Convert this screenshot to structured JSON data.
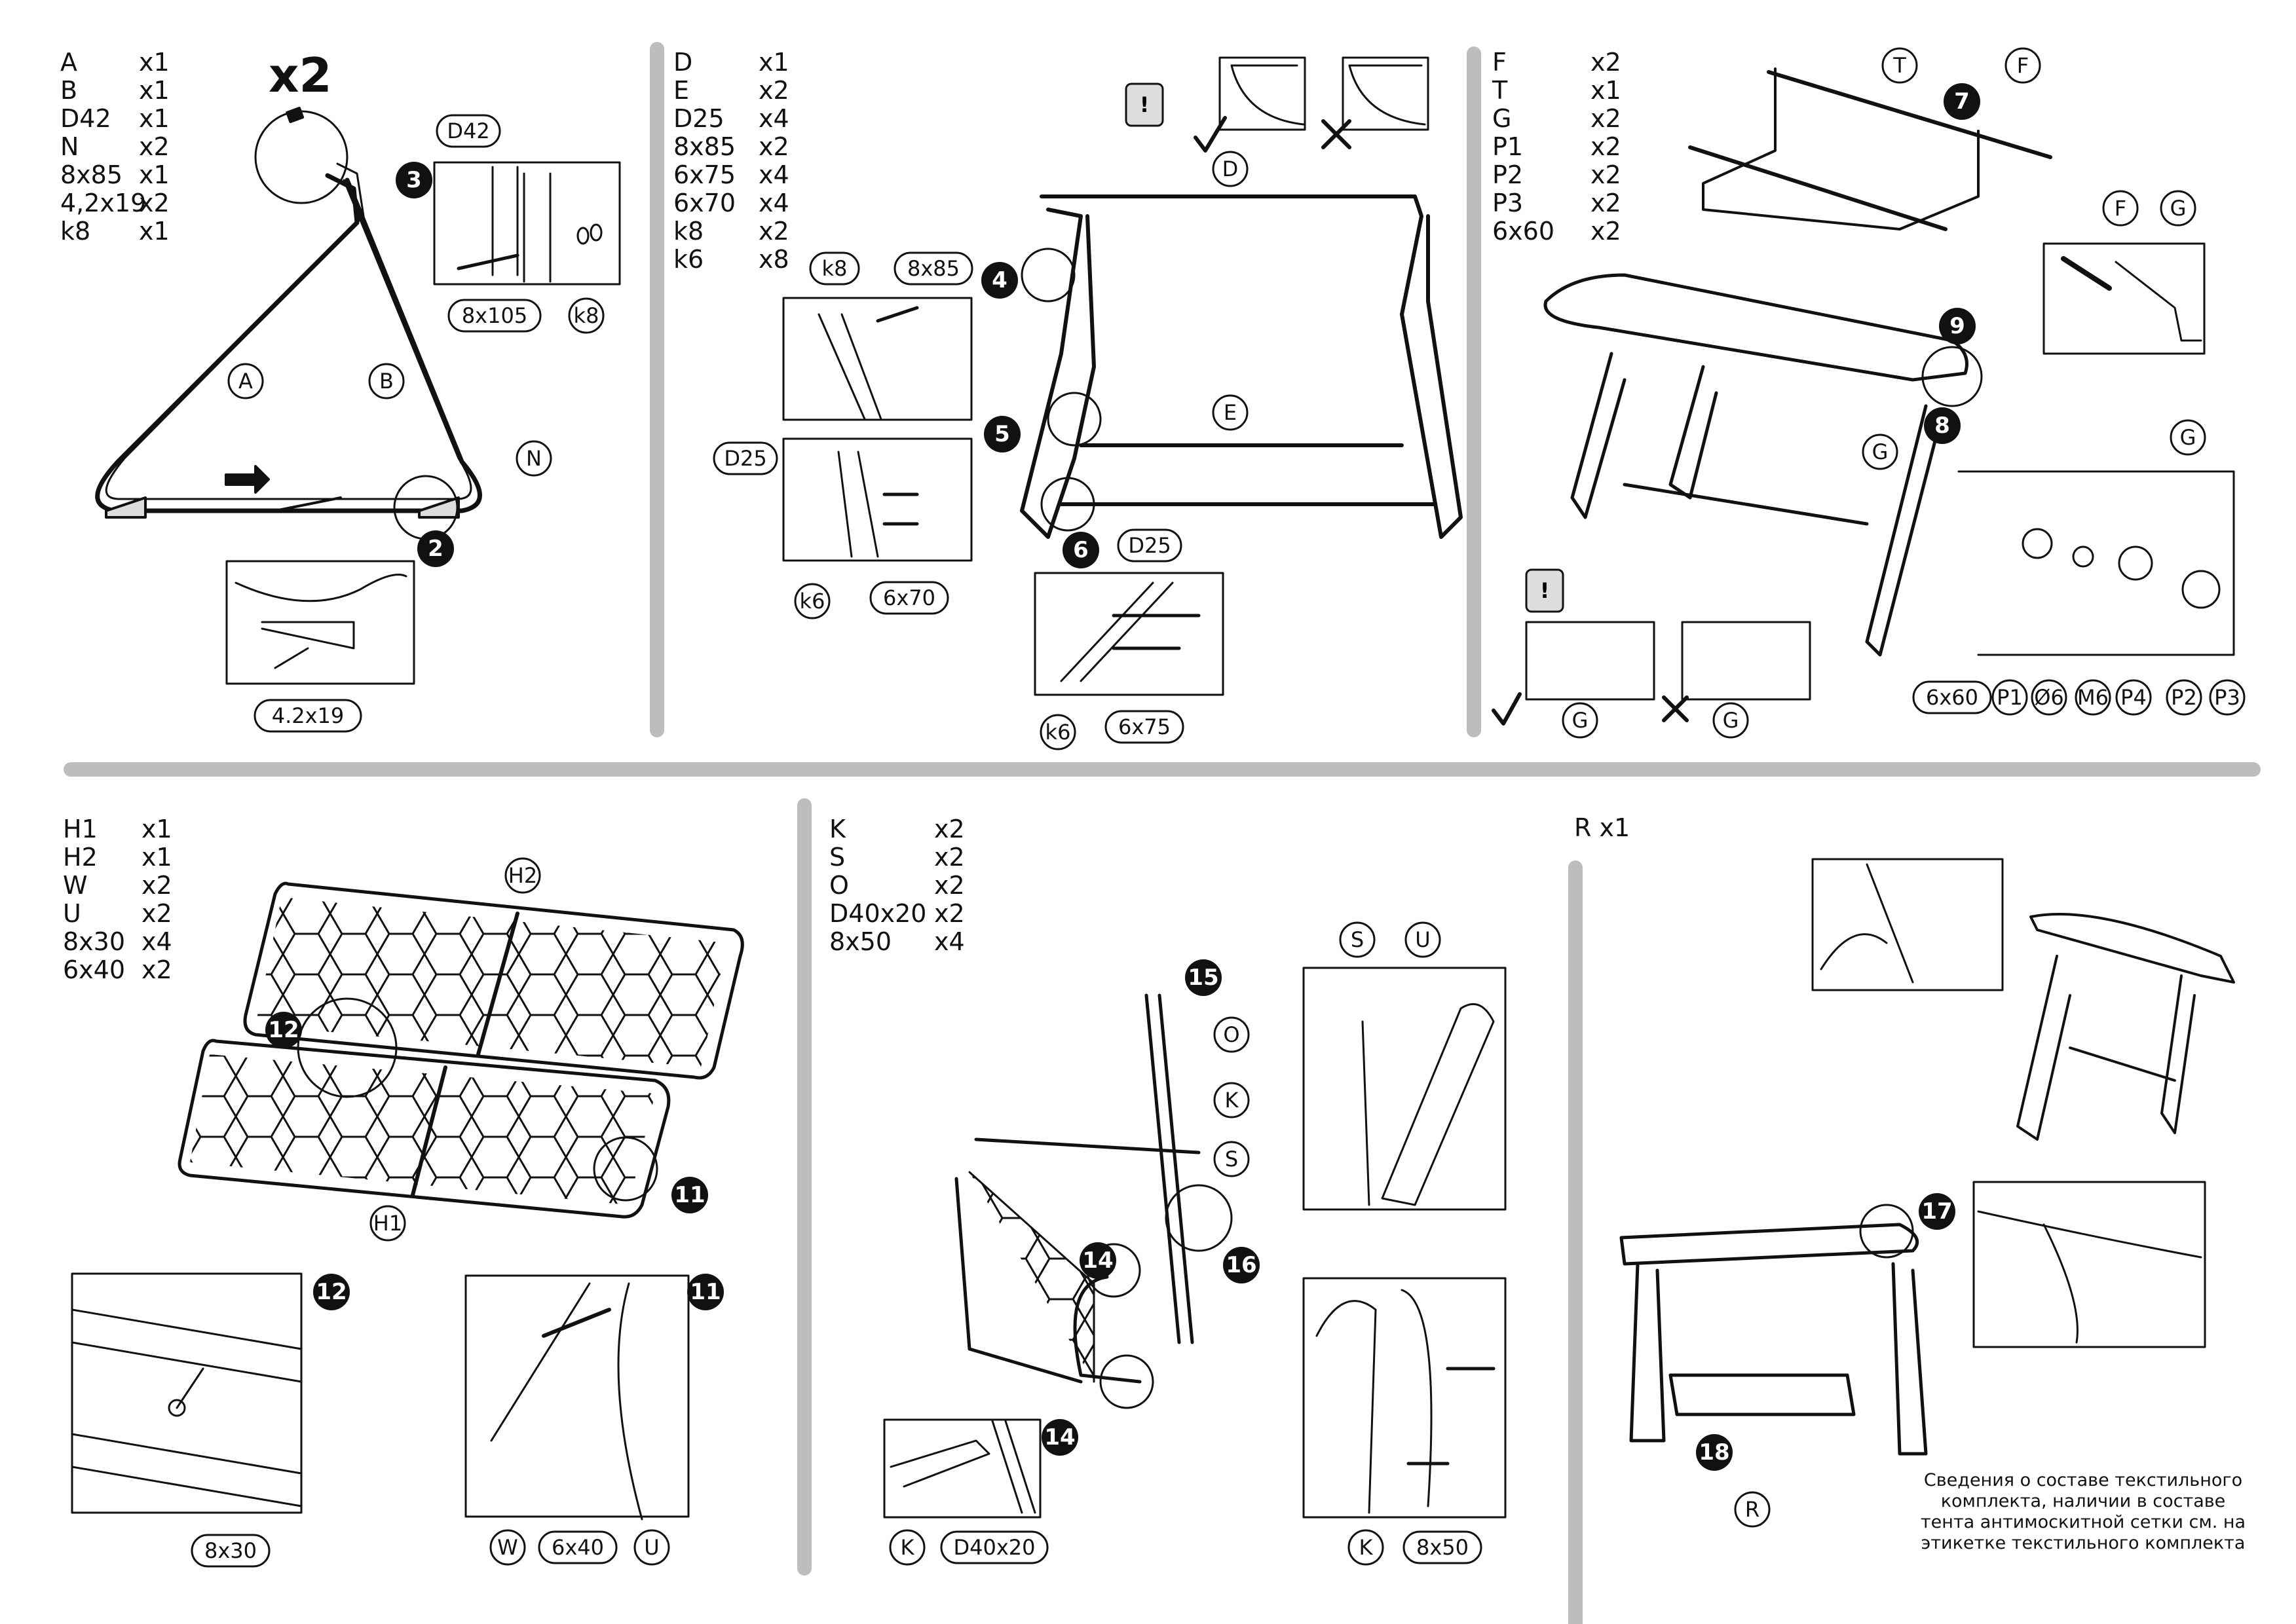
{
  "panels": {
    "p1": {
      "multiplier": "x2",
      "parts": [
        {
          "code": "A",
          "qty": "x1"
        },
        {
          "code": "B",
          "qty": "x1"
        },
        {
          "code": "D42",
          "qty": "x1"
        },
        {
          "code": "N",
          "qty": "x2"
        },
        {
          "code": "8x85",
          "qty": "x1"
        },
        {
          "code": "4,2x19",
          "qty": "x2"
        },
        {
          "code": "k8",
          "qty": "x1"
        }
      ]
    },
    "p2": {
      "parts": [
        {
          "code": "D",
          "qty": "x1"
        },
        {
          "code": "E",
          "qty": "x2"
        },
        {
          "code": "D25",
          "qty": "x4"
        },
        {
          "code": "8x85",
          "qty": "x2"
        },
        {
          "code": "6x75",
          "qty": "x4"
        },
        {
          "code": "6x70",
          "qty": "x4"
        },
        {
          "code": "k8",
          "qty": "x2"
        },
        {
          "code": "k6",
          "qty": "x8"
        }
      ]
    },
    "p3": {
      "parts": [
        {
          "code": "F",
          "qty": "x2"
        },
        {
          "code": "T",
          "qty": "x1"
        },
        {
          "code": "G",
          "qty": "x2"
        },
        {
          "code": "P1",
          "qty": "x2"
        },
        {
          "code": "P2",
          "qty": "x2"
        },
        {
          "code": "P3",
          "qty": "x2"
        },
        {
          "code": "6x60",
          "qty": "x2"
        }
      ]
    },
    "p4": {
      "parts": [
        {
          "code": "H1",
          "qty": "x1"
        },
        {
          "code": "H2",
          "qty": "x1"
        },
        {
          "code": "W",
          "qty": "x2"
        },
        {
          "code": "U",
          "qty": "x2"
        },
        {
          "code": "8x30",
          "qty": "x4"
        },
        {
          "code": "6x40",
          "qty": "x2"
        }
      ]
    },
    "p5": {
      "parts": [
        {
          "code": "K",
          "qty": "x2"
        },
        {
          "code": "S",
          "qty": "x2"
        },
        {
          "code": "O",
          "qty": "x2"
        },
        {
          "code": "D40x20",
          "qty": "x2"
        },
        {
          "code": "8x50",
          "qty": "x4"
        }
      ]
    },
    "p6": {
      "header": "R   x1"
    }
  },
  "labels": {
    "A": "A",
    "B": "B",
    "N": "N",
    "D42": "D42",
    "s8x105": "8x105",
    "k8": "k8",
    "s4_2x19": "4.2x19",
    "D": "D",
    "E": "E",
    "s8x85": "8x85",
    "D25": "D25",
    "k6": "k6",
    "s6x70": "6x70",
    "s6x75": "6x75",
    "T": "T",
    "F": "F",
    "G": "G",
    "s6x60": "6x60",
    "P1": "P1",
    "d6": "Ø6",
    "M6": "M6",
    "P4": "P4",
    "P2": "P2",
    "P3": "P3",
    "H1": "H1",
    "H2": "H2",
    "s8x30": "8x30",
    "W": "W",
    "s6x40": "6x40",
    "U": "U",
    "O": "O",
    "K": "K",
    "S": "S",
    "D40x20": "D40x20",
    "s8x50": "8x50",
    "R": "R",
    "excl": "!"
  },
  "steps": [
    "2",
    "3",
    "4",
    "5",
    "6",
    "7",
    "8",
    "9",
    "11",
    "12",
    "14",
    "15",
    "16",
    "17",
    "18"
  ],
  "footnote": "Сведения о составе текстильного комплекта, наличии в составе тента антимоскитной сетки см. на этикетке текстильного комплекта"
}
